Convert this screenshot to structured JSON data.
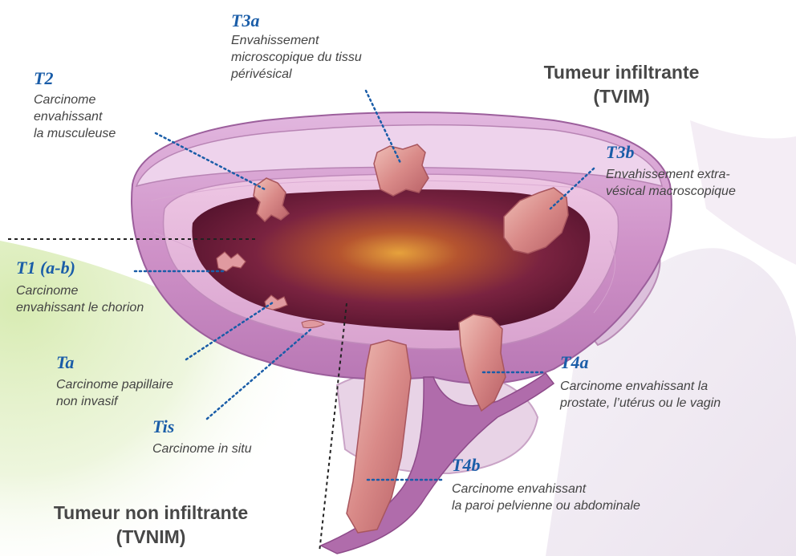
{
  "zones": {
    "infiltrating": "Tumeur infiltrante\n(TVIM)",
    "non_infiltrating": "Tumeur non infiltrante\n(TVNIM)"
  },
  "stages": [
    {
      "id": "t3a",
      "label": "T3a",
      "description": "Envahissement\nmicroscopique du tissu\npérivésical"
    },
    {
      "id": "t2",
      "label": "T2",
      "description": "Carcinome\nenvahissant\nla musculeuse"
    },
    {
      "id": "t3b",
      "label": "T3b",
      "description": "Envahissement extra-\nvésical macroscopique"
    },
    {
      "id": "t1",
      "label": "T1 (a-b)",
      "description": "Carcinome\nenvahissant le chorion"
    },
    {
      "id": "ta",
      "label": "Ta",
      "description": "Carcinome papillaire\nnon invasif"
    },
    {
      "id": "tis",
      "label": "Tis",
      "description": "Carcinome in situ"
    },
    {
      "id": "t4a",
      "label": "T4a",
      "description": "Carcinome envahissant la\nprostate, l’utérus ou le vagin"
    },
    {
      "id": "t4b",
      "label": "T4b",
      "description": "Carcinome envahissant\nla paroi pelvienne ou abdominale"
    }
  ],
  "colors": {
    "label": "#1a5da8",
    "description": "#444444",
    "zone_title": "#474747",
    "leader_line": "#1a5da8",
    "bladder_wall": "#c98fc6",
    "bladder_cavity": "#6e1a38",
    "tumor": "#d88a86",
    "non_infiltrating_zone": "#d6ebb0"
  }
}
